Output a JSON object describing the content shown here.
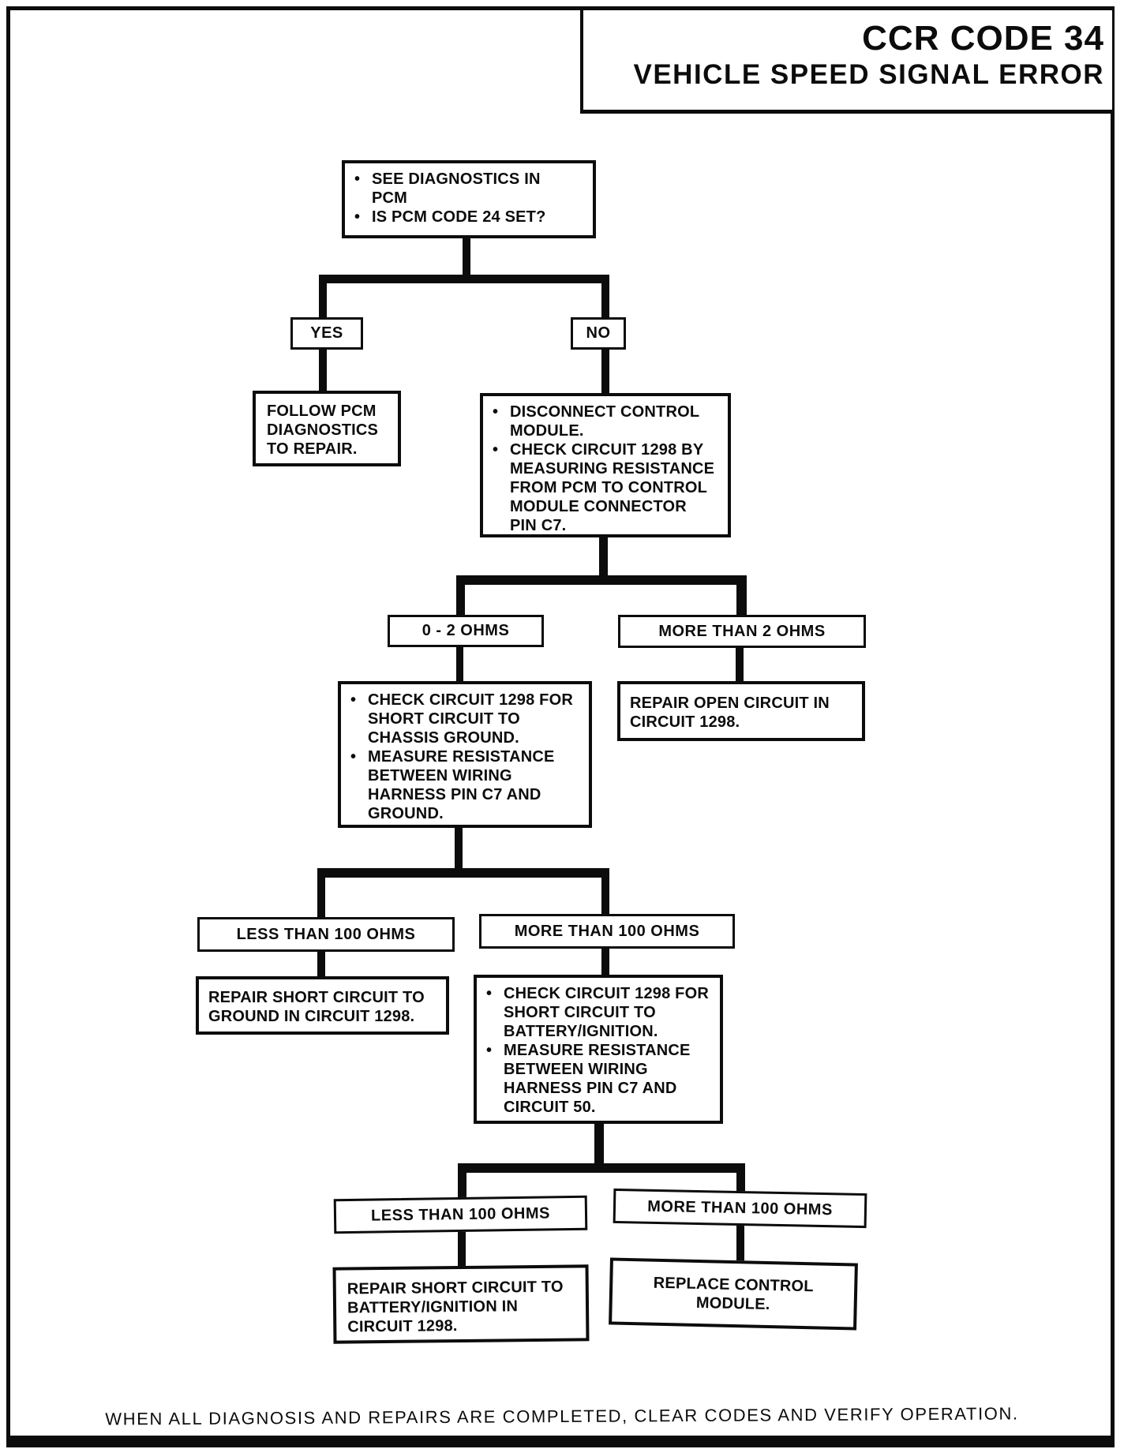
{
  "header": {
    "code": "CCR CODE 34",
    "title": "VEHICLE SPEED SIGNAL ERROR"
  },
  "flowchart": {
    "start": {
      "items": [
        "SEE DIAGNOSTICS IN\nPCM",
        "IS PCM CODE 24 SET?"
      ]
    },
    "branch_yes": {
      "label": "YES"
    },
    "branch_no": {
      "label": "NO"
    },
    "follow_pcm": {
      "text": "FOLLOW PCM\nDIAGNOSTICS\nTO REPAIR."
    },
    "disconnect": {
      "items": [
        "DISCONNECT CONTROL\nMODULE.",
        "CHECK CIRCUIT 1298 BY\nMEASURING RESISTANCE\nFROM PCM TO CONTROL\nMODULE CONNECTOR\nPIN C7."
      ]
    },
    "ohms_low": {
      "label": "0 - 2 OHMS"
    },
    "ohms_high": {
      "label": "MORE THAN 2 OHMS"
    },
    "check_ground": {
      "items": [
        "CHECK CIRCUIT 1298 FOR\nSHORT CIRCUIT TO\nCHASSIS GROUND.",
        "MEASURE RESISTANCE\nBETWEEN WIRING\nHARNESS PIN C7 AND\nGROUND."
      ]
    },
    "repair_open": {
      "text": "REPAIR OPEN CIRCUIT IN\nCIRCUIT 1298."
    },
    "less_100_a": {
      "label": "LESS THAN 100 OHMS"
    },
    "more_100_a": {
      "label": "MORE THAN 100 OHMS"
    },
    "repair_ground": {
      "text": "REPAIR SHORT CIRCUIT TO\nGROUND IN CIRCUIT 1298."
    },
    "check_battery": {
      "items": [
        "CHECK CIRCUIT 1298 FOR\nSHORT CIRCUIT TO\nBATTERY/IGNITION.",
        "MEASURE RESISTANCE\nBETWEEN WIRING\nHARNESS PIN C7 AND\nCIRCUIT 50."
      ]
    },
    "less_100_b": {
      "label": "LESS THAN 100 OHMS"
    },
    "more_100_b": {
      "label": "MORE THAN 100 OHMS"
    },
    "repair_battery": {
      "text": "REPAIR SHORT CIRCUIT TO\nBATTERY/IGNITION IN\nCIRCUIT 1298."
    },
    "replace_module": {
      "text": "REPLACE CONTROL\nMODULE."
    }
  },
  "footer": {
    "note": "WHEN ALL DIAGNOSIS AND REPAIRS ARE COMPLETED, CLEAR CODES AND VERIFY OPERATION."
  },
  "colors": {
    "ink": "#0c0c0c",
    "paper": "#ffffff"
  }
}
